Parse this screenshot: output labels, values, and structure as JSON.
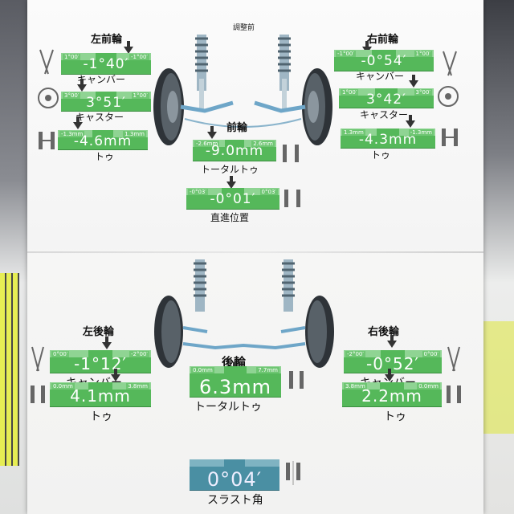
{
  "page_title": "調整前",
  "front": {
    "center_label": "前輪",
    "left_heading": "左前輪",
    "right_heading": "右前輪",
    "left": {
      "camber": {
        "value": "-1°40′",
        "tl": "1°00′",
        "tr": "-1°00′",
        "label": "キャンバー"
      },
      "caster": {
        "value": "3°51′",
        "tl": "3°00′",
        "tr": "1°00′",
        "label": "キャスター"
      },
      "toe": {
        "value": "-4.6mm",
        "tl": "-1.3mm",
        "tr": "1.3mm",
        "label": "トゥ"
      }
    },
    "right": {
      "camber": {
        "value": "-0°54′",
        "tl": "-1°00′",
        "tr": "1°00′",
        "label": "キャンバー"
      },
      "caster": {
        "value": "3°42′",
        "tl": "1°00′",
        "tr": "3°00′",
        "label": "キャスター"
      },
      "toe": {
        "value": "-4.3mm",
        "tl": "1.3mm",
        "tr": "-1.3mm",
        "label": "トゥ"
      }
    },
    "total_toe": {
      "value": "-9.0mm",
      "tl": "-2.6mm",
      "tr": "2.6mm",
      "label": "トータルトゥ"
    },
    "straight": {
      "value": "-0°01′",
      "tl": "-0°03′",
      "tr": "0°03′",
      "label": "直進位置"
    }
  },
  "rear": {
    "center_label": "後輪",
    "left_heading": "左後輪",
    "right_heading": "右後輪",
    "left": {
      "camber": {
        "value": "-1°12′",
        "tl": "0°00′",
        "tr": "-2°00′",
        "label": "キャンバー"
      },
      "toe": {
        "value": "4.1mm",
        "tl": "0.0mm",
        "tr": "3.8mm",
        "label": "トゥ"
      }
    },
    "right": {
      "camber": {
        "value": "-0°52′",
        "tl": "-2°00′",
        "tr": "0°00′",
        "label": "キャンバー"
      },
      "toe": {
        "value": "2.2mm",
        "tl": "3.8mm",
        "tr": "0.0mm",
        "label": "トゥ"
      }
    },
    "total_toe": {
      "value": "6.3mm",
      "tl": "0.0mm",
      "tr": "7.7mm",
      "label": "トータルトゥ"
    },
    "thrust": {
      "value": "0°04′",
      "label": "スラスト角"
    }
  },
  "colors": {
    "gauge_green": "#55b85a",
    "gauge_blue": "#4a8fa3"
  }
}
